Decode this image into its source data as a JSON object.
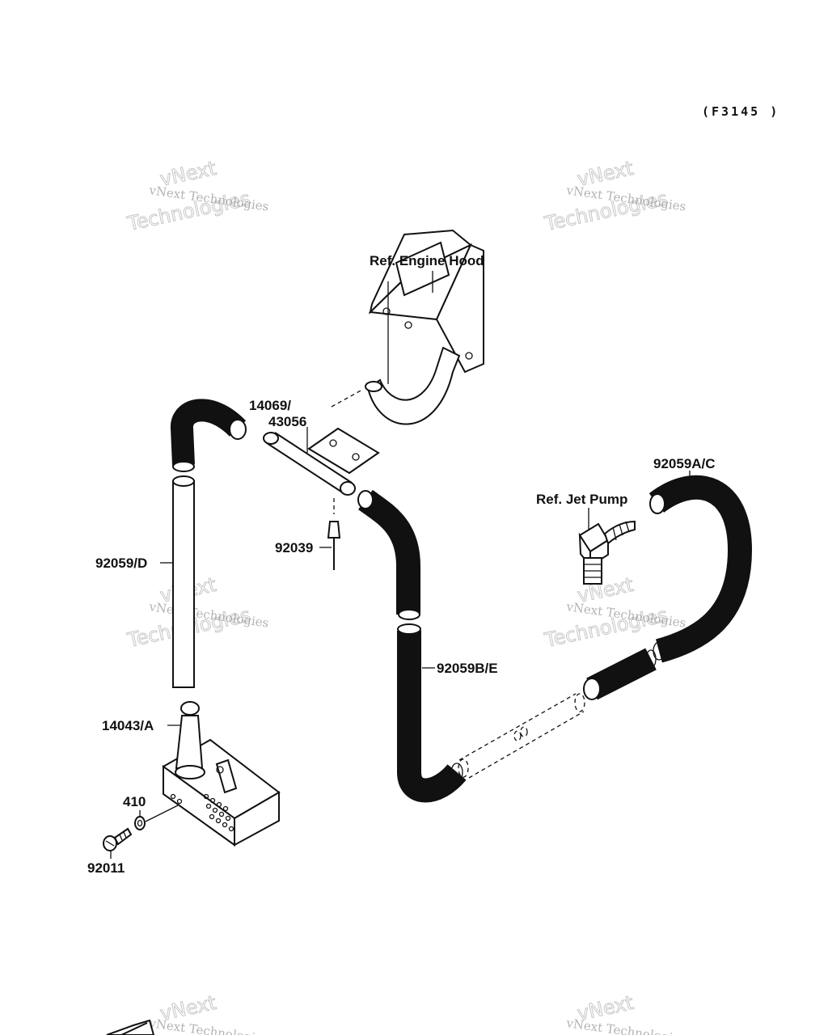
{
  "diagram": {
    "code": "(F3145 )",
    "labels": {
      "engine_hood": "Ref. Engine Hood",
      "part_14069": "14069/",
      "part_43056": "43056",
      "part_92039": "92039",
      "part_92059d": "92059/D",
      "part_92059be": "92059B/E",
      "part_92059ac": "92059A/C",
      "jet_pump": "Ref. Jet Pump",
      "part_14043": "14043/A",
      "part_410": "410",
      "part_92011": "92011"
    },
    "watermark": {
      "line1": "vNext Technologies",
      "line2": "vNext",
      "line3": "Technologies"
    }
  }
}
